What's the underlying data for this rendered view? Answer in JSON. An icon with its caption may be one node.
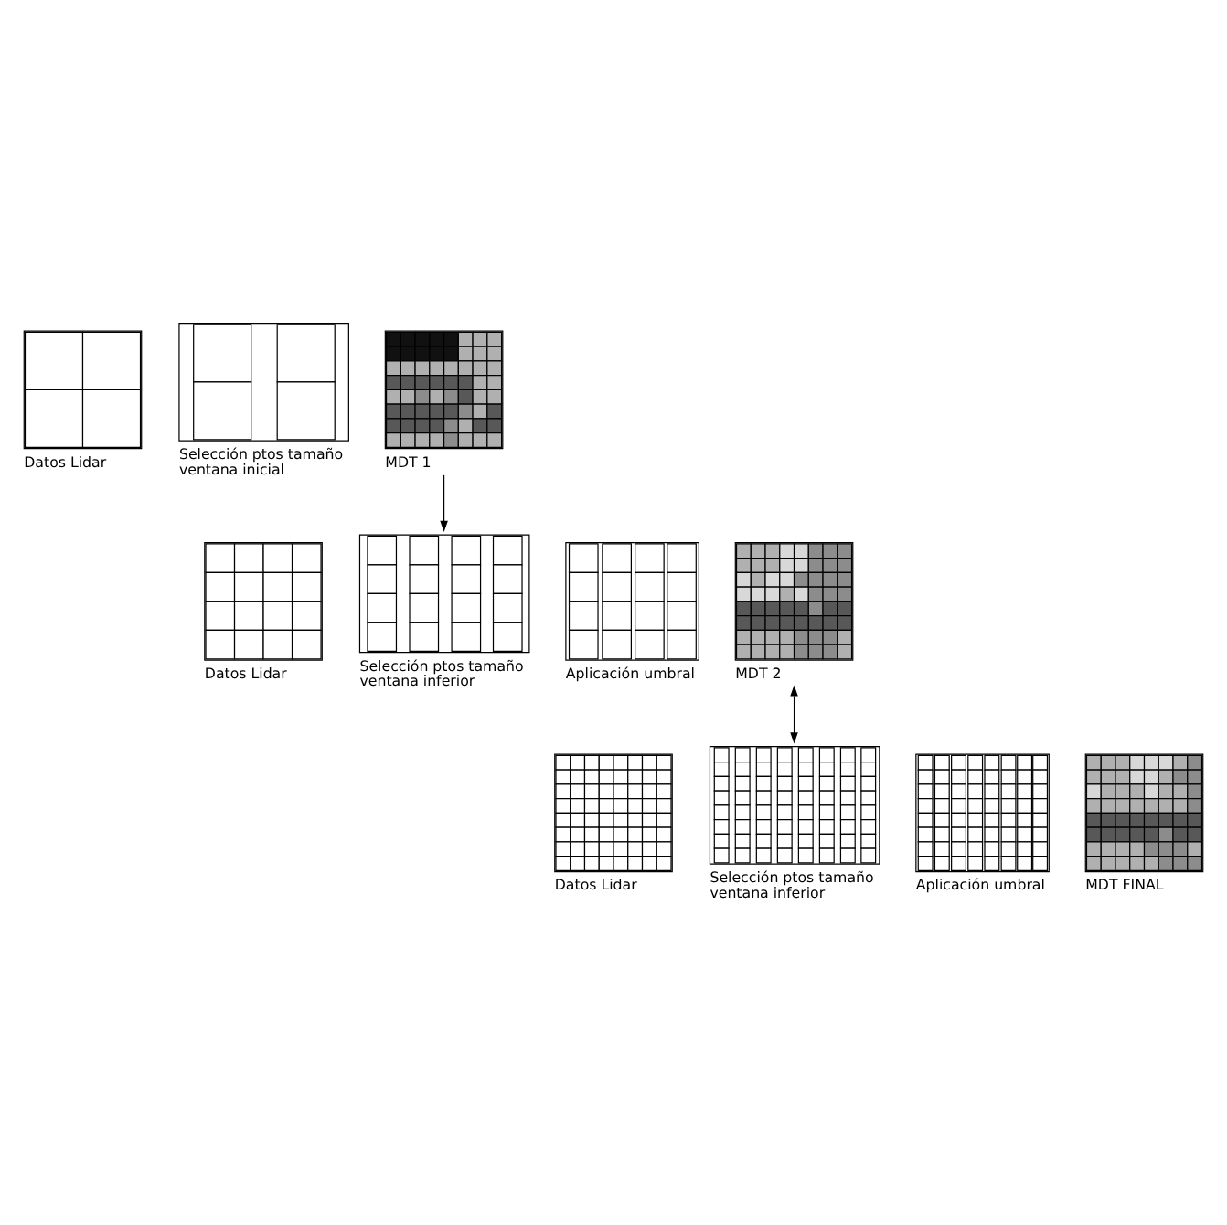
{
  "diagram": {
    "nodes": [
      {
        "text": [
          "Datos Lidar"
        ]
      },
      {
        "text": [
          "Selección ptos tamaño ventana inicial"
        ]
      },
      {
        "text": [
          "MDT 1"
        ]
      },
      {
        "text": [
          "Datos Lidar"
        ]
      },
      {
        "text": [
          "Selección ptos tamaño ventana inferior"
        ]
      },
      {
        "text": [
          "Aplicación umbral"
        ]
      },
      {
        "text": [
          "MDT 2"
        ]
      },
      {
        "text": [
          "Datos Lidar"
        ]
      },
      {
        "text": [
          "Selección ptos tamaño ventana inferior"
        ]
      },
      {
        "text": [
          "Aplicación umbral"
        ]
      },
      {
        "text": [
          "MDT FINAL"
        ]
      }
    ],
    "edges": [
      {
        "from": 2,
        "to": 4,
        "arrow": "to"
      },
      {
        "from": 6,
        "to": 8,
        "arrow": "both"
      }
    ]
  }
}
